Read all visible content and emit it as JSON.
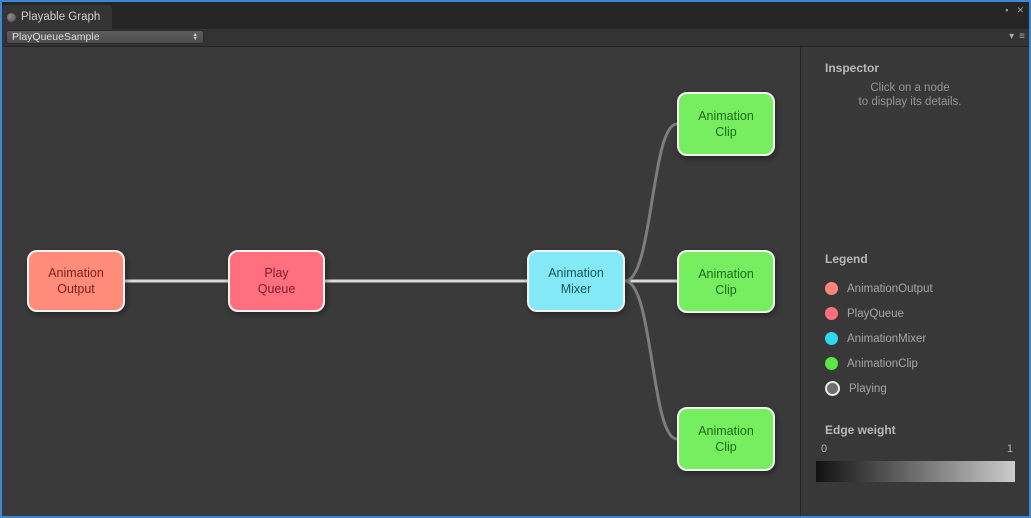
{
  "window": {
    "tab_title": "Playable Graph",
    "icons": {
      "maximize": "▪",
      "close": "✕",
      "pane_arrow": "▾",
      "pane_menu": "≡",
      "popup_up": "▲",
      "popup_down": "▼"
    }
  },
  "toolbar": {
    "selected_graph": "PlayQueueSample"
  },
  "graph": {
    "nodes": [
      {
        "label": "Animation\nOutput",
        "color": "#ff8b7b",
        "text_color": "#7c241c"
      },
      {
        "label": "Play\nQueue",
        "color": "#ff6f7e",
        "text_color": "#7c1c2e"
      },
      {
        "label": "Animation\nMixer",
        "color": "#84e9f6",
        "text_color": "#14565e"
      },
      {
        "label": "Animation\nClip",
        "color": "#76ee60",
        "text_color": "#1d6b14"
      },
      {
        "label": "Animation\nClip",
        "color": "#76ee60",
        "text_color": "#1d6b14"
      },
      {
        "label": "Animation\nClip",
        "color": "#76ee60",
        "text_color": "#1d6b14"
      }
    ],
    "edges": [
      {
        "from": "AnimationOutput",
        "to": "PlayQueue",
        "color": "#d8d8d8"
      },
      {
        "from": "PlayQueue",
        "to": "AnimationMixer",
        "color": "#d8d8d8"
      },
      {
        "from": "AnimationMixer",
        "to": "AnimationClip-2",
        "color": "#d8d8d8"
      },
      {
        "from": "AnimationMixer",
        "to": "AnimationClip-1",
        "color": "#7d7d7d"
      },
      {
        "from": "AnimationMixer",
        "to": "AnimationClip-3",
        "color": "#7d7d7d"
      }
    ]
  },
  "inspector": {
    "title": "Inspector",
    "hint_line1": "Click on a node",
    "hint_line2": "to display its details.",
    "legend": {
      "title": "Legend",
      "items": [
        {
          "label": "AnimationOutput",
          "color": "#ff8578"
        },
        {
          "label": "PlayQueue",
          "color": "#ff6f7e"
        },
        {
          "label": "AnimationMixer",
          "color": "#2fd7f0"
        },
        {
          "label": "AnimationClip",
          "color": "#58e743"
        },
        {
          "label": "Playing",
          "color": "#6f6f6f"
        }
      ]
    },
    "edge_weight": {
      "title": "Edge weight",
      "min_label": "0",
      "max_label": "1",
      "min_color": "#111111",
      "max_color": "#cccccc"
    }
  }
}
